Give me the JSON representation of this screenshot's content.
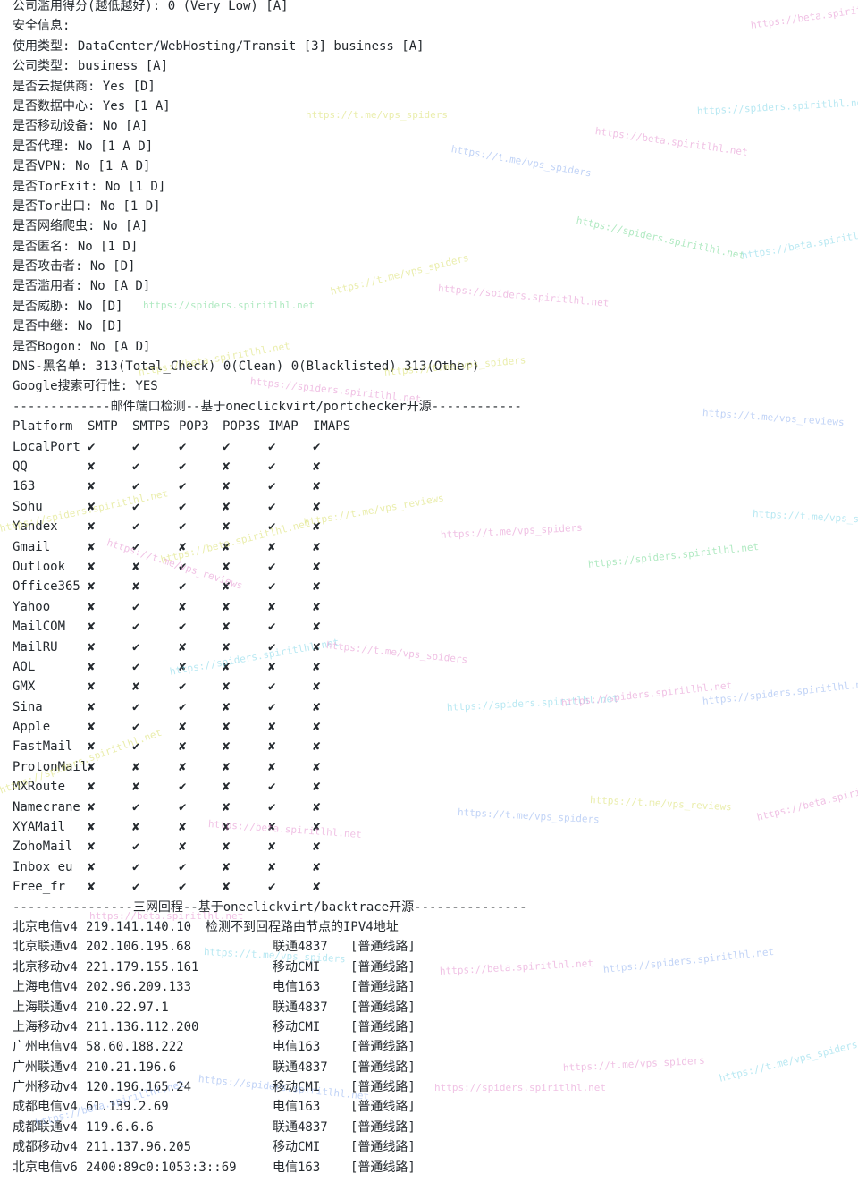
{
  "info_lines": [
    "公司滥用得分(越低越好): 0 (Very Low) [A]",
    "安全信息:",
    "使用类型: DataCenter/WebHosting/Transit [3] business [A]",
    "公司类型: business [A]",
    "是否云提供商: Yes [D]",
    "是否数据中心: Yes [1 A]",
    "是否移动设备: No [A]",
    "是否代理: No [1 A D]",
    "是否VPN: No [1 A D]",
    "是否TorExit: No [1 D]",
    "是否Tor出口: No [1 D]",
    "是否网络爬虫: No [A]",
    "是否匿名: No [1 D]",
    "是否攻击者: No [D]",
    "是否滥用者: No [A D]",
    "是否威胁: No [D]",
    "是否中继: No [D]",
    "是否Bogon: No [A D]",
    "DNS-黑名单: 313(Total_Check) 0(Clean) 0(Blacklisted) 313(Other)",
    "Google搜索可行性: YES"
  ],
  "mail_section_title": "-------------邮件端口检测--基于oneclickvirt/portchecker开源------------",
  "mail_headers": [
    "Platform",
    "SMTP",
    "SMTPS",
    "POP3",
    "POP3S",
    "IMAP",
    "IMAPS"
  ],
  "mail_rows": [
    [
      "LocalPort",
      "✔",
      "✔",
      "✔",
      "✔",
      "✔",
      "✔"
    ],
    [
      "QQ",
      "✘",
      "✔",
      "✔",
      "✘",
      "✔",
      "✘"
    ],
    [
      "163",
      "✘",
      "✔",
      "✔",
      "✘",
      "✔",
      "✘"
    ],
    [
      "Sohu",
      "✘",
      "✔",
      "✔",
      "✘",
      "✔",
      "✘"
    ],
    [
      "Yandex",
      "✘",
      "✔",
      "✔",
      "✘",
      "✔",
      "✘"
    ],
    [
      "Gmail",
      "✘",
      "✔",
      "✘",
      "✘",
      "✘",
      "✘"
    ],
    [
      "Outlook",
      "✘",
      "✘",
      "✔",
      "✘",
      "✔",
      "✘"
    ],
    [
      "Office365",
      "✘",
      "✘",
      "✔",
      "✘",
      "✔",
      "✘"
    ],
    [
      "Yahoo",
      "✘",
      "✔",
      "✘",
      "✘",
      "✘",
      "✘"
    ],
    [
      "MailCOM",
      "✘",
      "✔",
      "✔",
      "✘",
      "✔",
      "✘"
    ],
    [
      "MailRU",
      "✘",
      "✔",
      "✘",
      "✘",
      "✔",
      "✘"
    ],
    [
      "AOL",
      "✘",
      "✔",
      "✘",
      "✘",
      "✘",
      "✘"
    ],
    [
      "GMX",
      "✘",
      "✘",
      "✔",
      "✘",
      "✔",
      "✘"
    ],
    [
      "Sina",
      "✘",
      "✔",
      "✔",
      "✘",
      "✔",
      "✘"
    ],
    [
      "Apple",
      "✘",
      "✔",
      "✘",
      "✘",
      "✘",
      "✘"
    ],
    [
      "FastMail",
      "✘",
      "✔",
      "✘",
      "✘",
      "✘",
      "✘"
    ],
    [
      "ProtonMail",
      "✘",
      "✘",
      "✘",
      "✘",
      "✘",
      "✘"
    ],
    [
      "MXRoute",
      "✘",
      "✘",
      "✔",
      "✘",
      "✔",
      "✘"
    ],
    [
      "Namecrane",
      "✘",
      "✔",
      "✔",
      "✘",
      "✔",
      "✘"
    ],
    [
      "XYAMail",
      "✘",
      "✘",
      "✘",
      "✘",
      "✘",
      "✘"
    ],
    [
      "ZohoMail",
      "✘",
      "✔",
      "✘",
      "✘",
      "✘",
      "✘"
    ],
    [
      "Inbox_eu",
      "✘",
      "✔",
      "✔",
      "✘",
      "✘",
      "✘"
    ],
    [
      "Free_fr",
      "✘",
      "✔",
      "✔",
      "✘",
      "✔",
      "✘"
    ]
  ],
  "trace_section_title": "----------------三网回程--基于oneclickvirt/backtrace开源---------------",
  "trace_rows": [
    [
      "北京电信v4",
      "219.141.140.10",
      "检测不到回程路由节点的IPV4地址",
      ""
    ],
    [
      "北京联通v4",
      "202.106.195.68",
      "联通4837",
      "[普通线路]"
    ],
    [
      "北京移动v4",
      "221.179.155.161",
      "移动CMI",
      "[普通线路]"
    ],
    [
      "上海电信v4",
      "202.96.209.133",
      "电信163",
      "[普通线路]"
    ],
    [
      "上海联通v4",
      "210.22.97.1",
      "联通4837",
      "[普通线路]"
    ],
    [
      "上海移动v4",
      "211.136.112.200",
      "移动CMI",
      "[普通线路]"
    ],
    [
      "广州电信v4",
      "58.60.188.222",
      "电信163",
      "[普通线路]"
    ],
    [
      "广州联通v4",
      "210.21.196.6",
      "联通4837",
      "[普通线路]"
    ],
    [
      "广州移动v4",
      "120.196.165.24",
      "移动CMI",
      "[普通线路]"
    ],
    [
      "成都电信v4",
      "61.139.2.69",
      "电信163",
      "[普通线路]"
    ],
    [
      "成都联通v4",
      "119.6.6.6",
      "联通4837",
      "[普通线路]"
    ],
    [
      "成都移动v4",
      "211.137.96.205",
      "移动CMI",
      "[普通线路]"
    ],
    [
      "北京电信v6",
      "2400:89c0:1053:3::69",
      "电信163",
      "[普通线路]"
    ]
  ],
  "watermarks": [
    "https://beta.spiritlhl.net",
    "https://t.me/vps_spiders",
    "https://spiders.spiritlhl.net",
    "https://t.me/vps_reviews"
  ],
  "colors": {
    "text": "#24292e",
    "background": "#ffffff",
    "wm_pink": "#e48fcf",
    "wm_cyan": "#7fd6e8",
    "wm_yellow": "#d9e06a",
    "wm_green": "#6fd88f",
    "wm_blue": "#8fb0f0"
  }
}
